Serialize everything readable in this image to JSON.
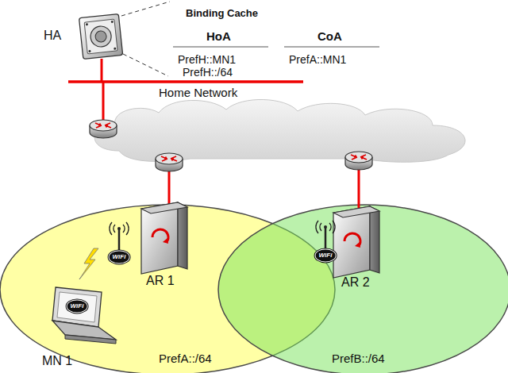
{
  "diagram": {
    "nodes": [
      {
        "text": [
          "HA"
        ]
      },
      {
        "text": [
          "PrefA::/64"
        ]
      },
      {
        "text": [
          "AR 1"
        ],
        "in": 1
      },
      {
        "text": [
          "MN 1"
        ],
        "in": 1
      },
      {
        "text": [
          "PrefB::/64"
        ]
      },
      {
        "text": [
          "AR 2"
        ],
        "in": 4
      }
    ],
    "labels": [
      "Binding Cache",
      "HoA",
      "CoA",
      "PrefH::MN1",
      "PrefA::MN1",
      "PrefH::/64",
      "Home Network",
      "WiFi",
      "WiFi",
      "WiFi"
    ]
  }
}
